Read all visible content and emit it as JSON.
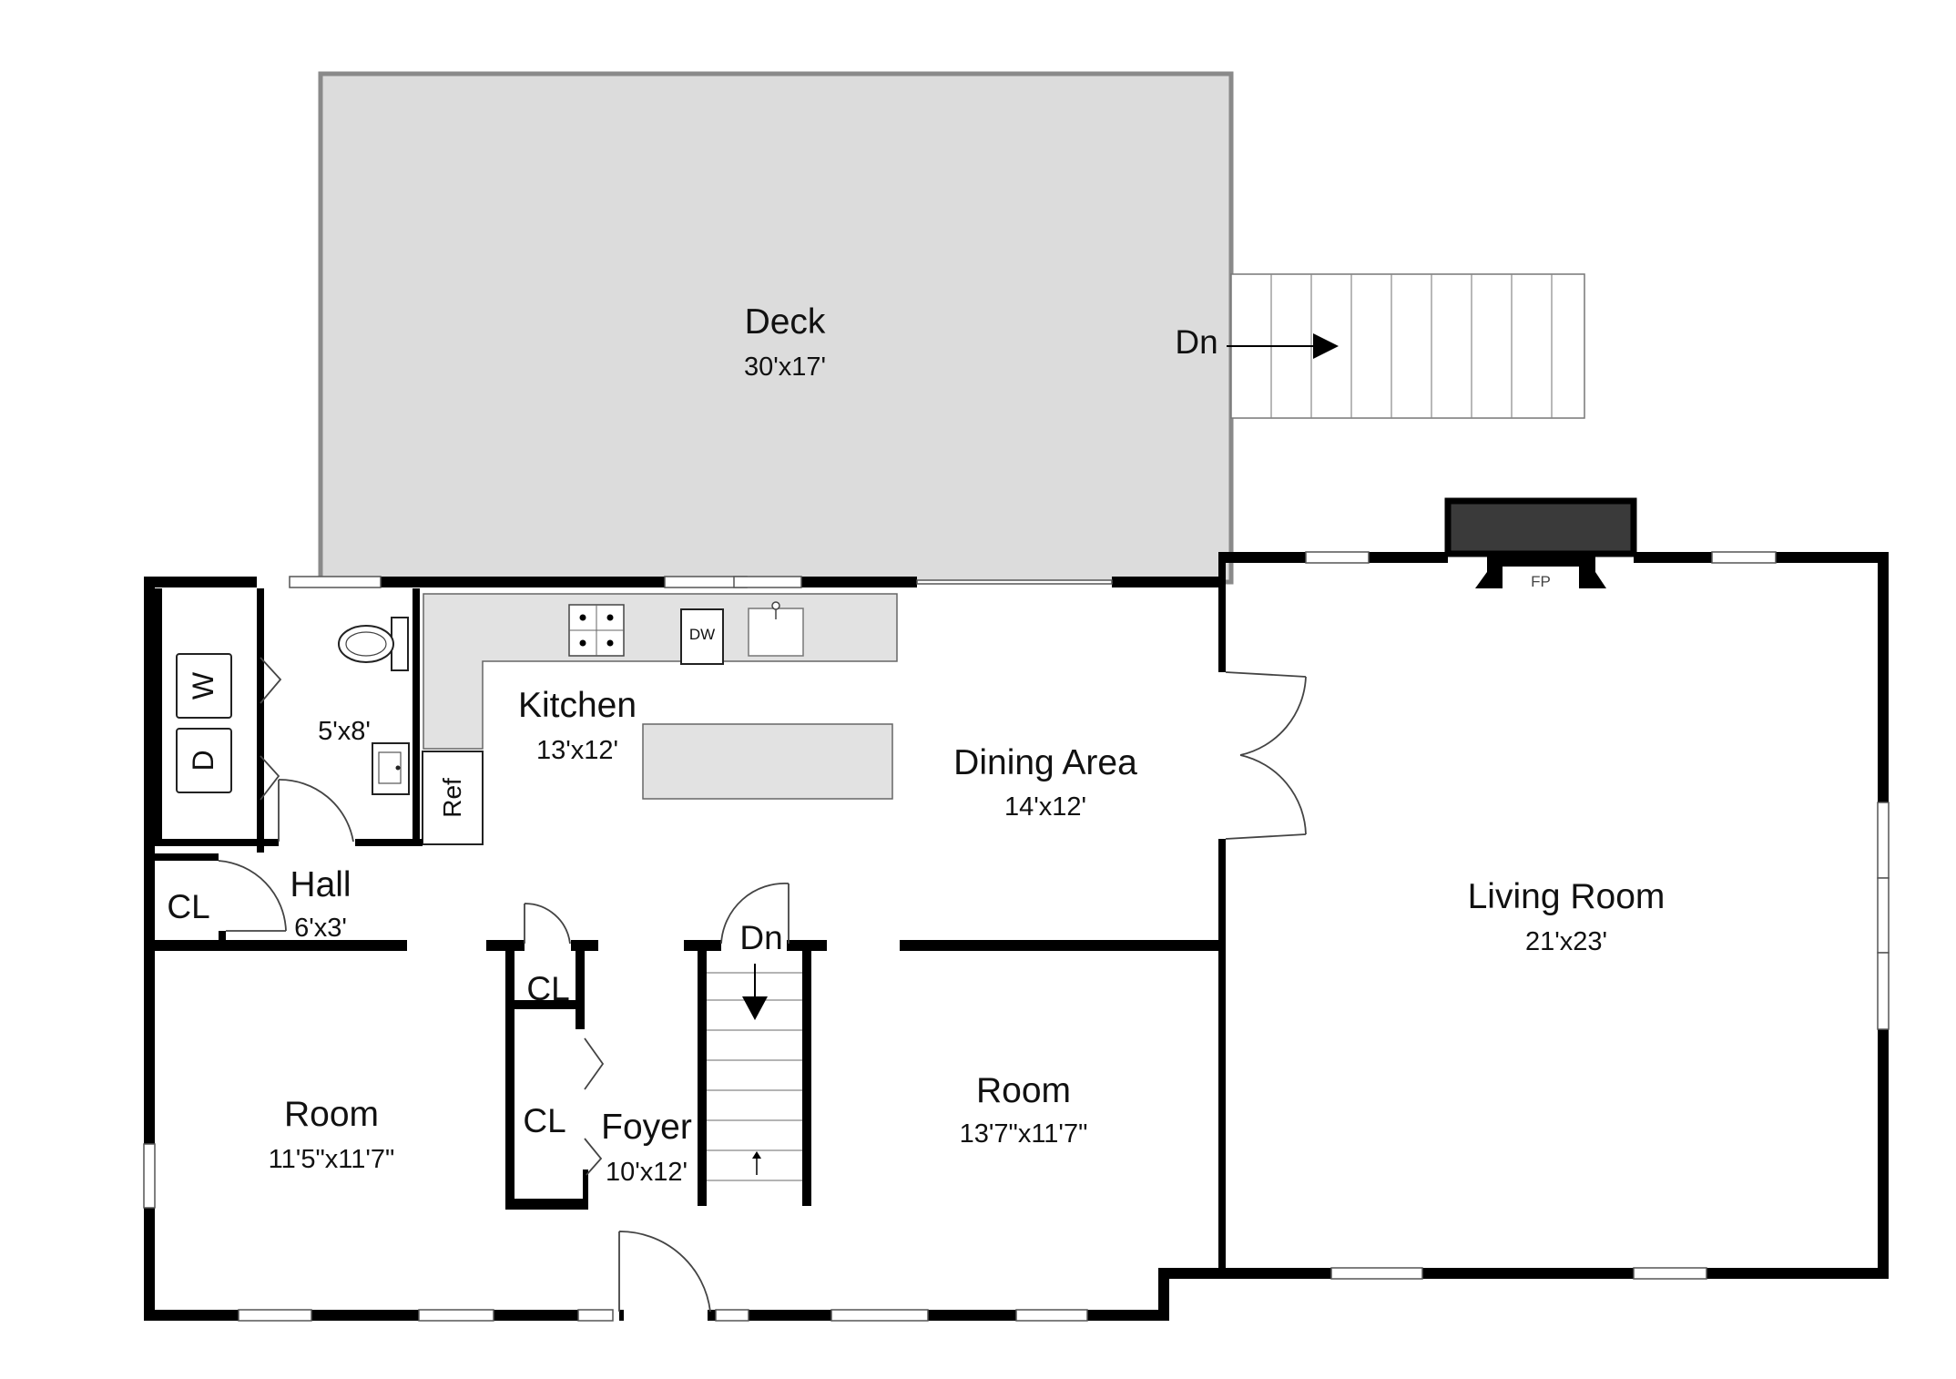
{
  "colors": {
    "wall": "#000000",
    "deck": "#dcdcdc",
    "deck_border": "#8a8a8a",
    "counter": "#e2e2e2",
    "fireplace": "#3a3a3a"
  },
  "rooms": {
    "deck": {
      "name": "Deck",
      "dims": "30'x17'"
    },
    "kitchen": {
      "name": "Kitchen",
      "dims": "13'x12'"
    },
    "dining": {
      "name": "Dining Area",
      "dims": "14'x12'"
    },
    "living": {
      "name": "Living Room",
      "dims": "21'x23'"
    },
    "bath": {
      "dims": "5'x8'"
    },
    "hall": {
      "name": "Hall",
      "dims": "6'x3'"
    },
    "room_left": {
      "name": "Room",
      "dims": "11'5\"x11'7\""
    },
    "room_mid": {
      "name": "Room",
      "dims": "13'7\"x11'7\""
    },
    "foyer": {
      "name": "Foyer",
      "dims": "10'x12'"
    }
  },
  "closets": {
    "cl_hall": "CL",
    "cl_upper": "CL",
    "cl_lower": "CL"
  },
  "stairs": {
    "deck_down": "Dn",
    "interior_down": "Dn"
  },
  "fixtures": {
    "dishwasher": "DW",
    "refrigerator": "Ref",
    "washer": "W",
    "dryer": "D",
    "fireplace": "FP"
  }
}
